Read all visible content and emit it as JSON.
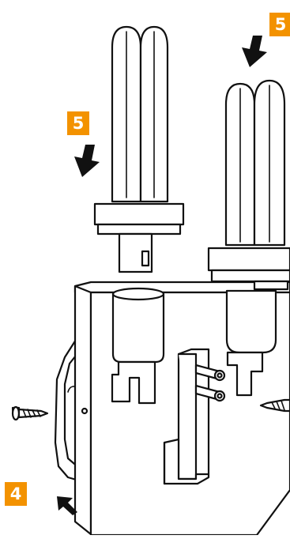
{
  "colors": {
    "badge": "#F39200",
    "line": "#111111",
    "background": "#FFFFFF"
  },
  "steps": [
    {
      "label": "5",
      "name": "step-5-left-lamp"
    },
    {
      "label": "5",
      "name": "step-5-right-lamp"
    },
    {
      "label": "4",
      "name": "step-4-housing"
    }
  ],
  "icons": [
    "arrow-down-icon",
    "arrow-down-icon",
    "arrow-up-left-icon",
    "screw-icon",
    "screw-icon"
  ]
}
